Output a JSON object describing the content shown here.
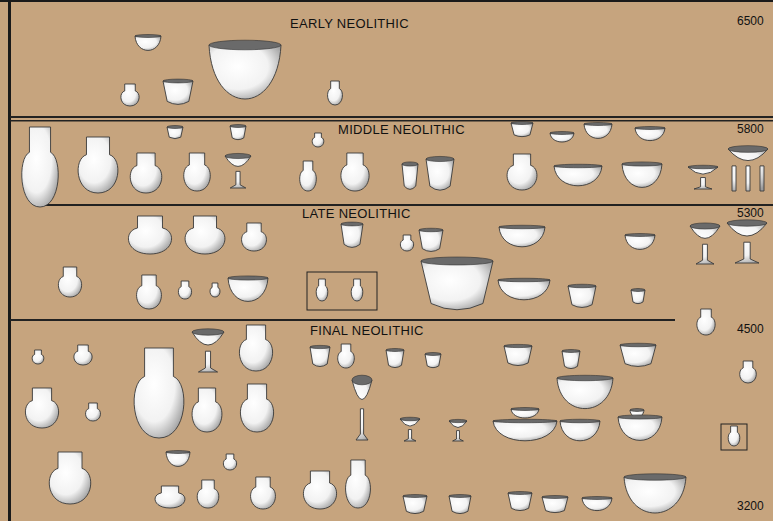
{
  "diagram": {
    "nodes": [
      {
        "text": [
          "EARLY NEOLITHIC"
        ]
      },
      {
        "text": [
          "MIDDLE NEOLITHIC"
        ]
      },
      {
        "text": [
          "LATE NEOLITHIC"
        ]
      },
      {
        "text": [
          "FINAL NEOLITHIC"
        ]
      }
    ],
    "labels": [
      "6500",
      "5800",
      "5300",
      "4500",
      "3200"
    ]
  }
}
